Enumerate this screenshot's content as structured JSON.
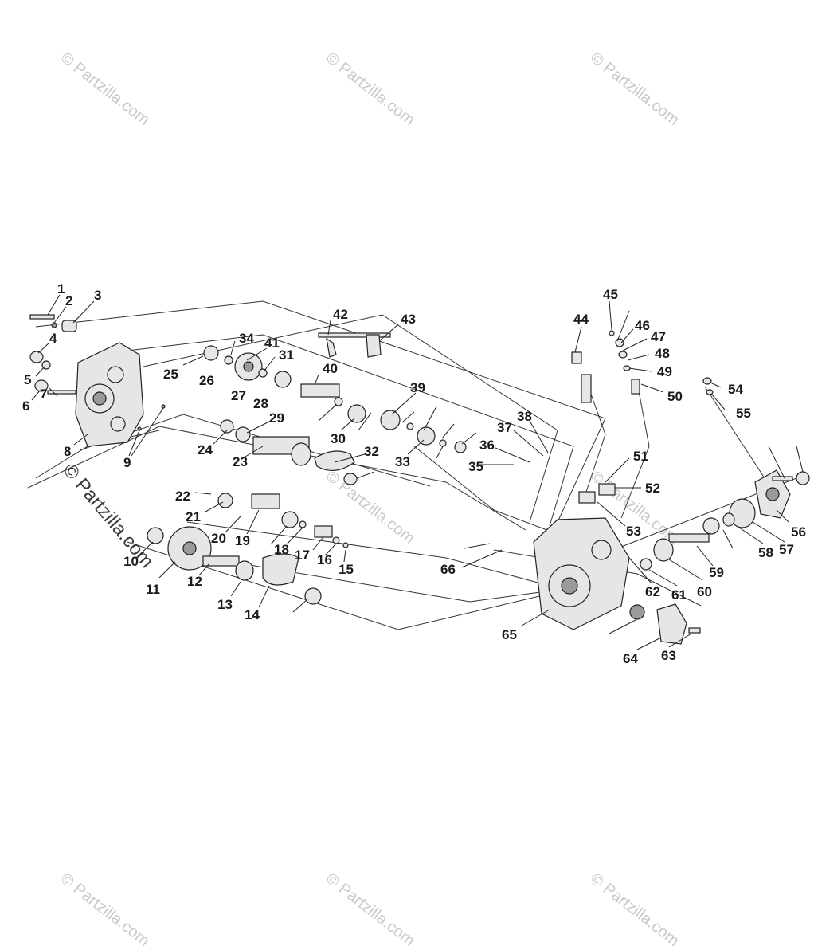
{
  "watermark": {
    "text": "© Partzilla.com",
    "main_text": "© Partzilla.com"
  },
  "callouts": [
    "1",
    "2",
    "3",
    "4",
    "5",
    "6",
    "7",
    "8",
    "9",
    "10",
    "11",
    "12",
    "13",
    "14",
    "15",
    "16",
    "17",
    "18",
    "19",
    "20",
    "21",
    "22",
    "23",
    "24",
    "25",
    "26",
    "27",
    "28",
    "29",
    "30",
    "31",
    "32",
    "33",
    "34",
    "35",
    "36",
    "37",
    "38",
    "39",
    "40",
    "41",
    "42",
    "43",
    "44",
    "45",
    "46",
    "47",
    "48",
    "49",
    "50",
    "51",
    "52",
    "53",
    "54",
    "55",
    "56",
    "57",
    "58",
    "59",
    "60",
    "61",
    "62",
    "63",
    "64",
    "65",
    "66"
  ]
}
